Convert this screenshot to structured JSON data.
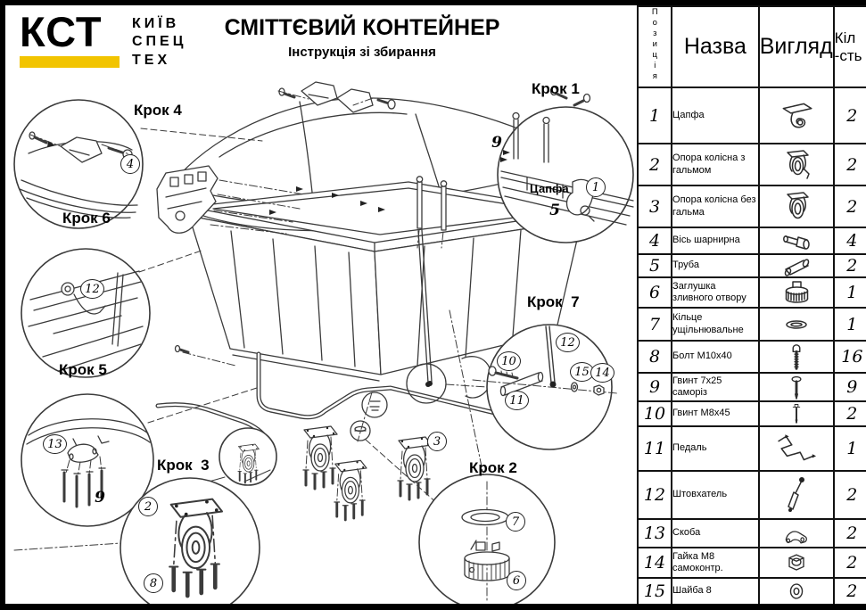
{
  "logo": {
    "abbr": "КСТ",
    "lines": [
      "КИЇВ",
      "СПЕЦ",
      "ТЕХ"
    ],
    "accent_color": "#F2C400"
  },
  "header": {
    "title": "СМІТТЄВИЙ КОНТЕЙНЕР",
    "subtitle": "Інструкція зі збирання"
  },
  "diagram": {
    "steps": [
      {
        "id": "step-1",
        "label": "Крок 1",
        "note": "Цапфа",
        "parts": [
          "9",
          "5",
          "1"
        ]
      },
      {
        "id": "step-2",
        "label": "Крок 2",
        "parts": [
          "7",
          "6"
        ]
      },
      {
        "id": "step-3",
        "label": "Крок  3",
        "parts": [
          "2",
          "8"
        ]
      },
      {
        "id": "step-4",
        "label": "Крок 4",
        "parts": [
          "4"
        ]
      },
      {
        "id": "step-5",
        "label": "Крок 5",
        "parts": [
          "13",
          "9"
        ]
      },
      {
        "id": "step-6",
        "label": "Крок 6",
        "parts": [
          "12"
        ]
      },
      {
        "id": "step-7",
        "label": "Крок  7",
        "parts": [
          "12",
          "10",
          "15",
          "14",
          "11"
        ]
      }
    ],
    "loose_callout": "3"
  },
  "table": {
    "headers": {
      "position": "Позиція",
      "name": "Назва",
      "view": "Вигляд",
      "qty": "Кіл\n-сть"
    },
    "rows": [
      {
        "pos": "1",
        "name": "Цапфа",
        "icon": "trunnion-icon",
        "qty": "2"
      },
      {
        "pos": "2",
        "name": "Опора колісна з гальмом",
        "icon": "caster-brake-icon",
        "qty": "2"
      },
      {
        "pos": "3",
        "name": "Опора колісна без гальма",
        "icon": "caster-icon",
        "qty": "2"
      },
      {
        "pos": "4",
        "name": "Вісь шарнирна",
        "icon": "hinge-axle-icon",
        "qty": "4"
      },
      {
        "pos": "5",
        "name": "Труба",
        "icon": "tube-icon",
        "qty": "2"
      },
      {
        "pos": "6",
        "name": "Заглушка зливного отвору",
        "icon": "drain-plug-icon",
        "qty": "1"
      },
      {
        "pos": "7",
        "name": "Кільце ущільнювальне",
        "icon": "o-ring-icon",
        "qty": "1"
      },
      {
        "pos": "8",
        "name": "Болт М10х40",
        "icon": "bolt-icon",
        "qty": "16"
      },
      {
        "pos": "9",
        "name": "Гвинт 7х25 саморіз",
        "icon": "screw-icon",
        "qty": "9"
      },
      {
        "pos": "10",
        "name": "Гвинт М8х45",
        "icon": "long-bolt-icon",
        "qty": "2"
      },
      {
        "pos": "11",
        "name": "Педаль",
        "icon": "pedal-icon",
        "qty": "1"
      },
      {
        "pos": "12",
        "name": "Штовхатель",
        "icon": "pusher-icon",
        "qty": "2"
      },
      {
        "pos": "13",
        "name": "Скоба",
        "icon": "clamp-icon",
        "qty": "2"
      },
      {
        "pos": "14",
        "name": "Гайка М8 самоконтр.",
        "icon": "nut-icon",
        "qty": "2"
      },
      {
        "pos": "15",
        "name": "Шайба 8",
        "icon": "washer-icon",
        "qty": "2"
      }
    ]
  }
}
